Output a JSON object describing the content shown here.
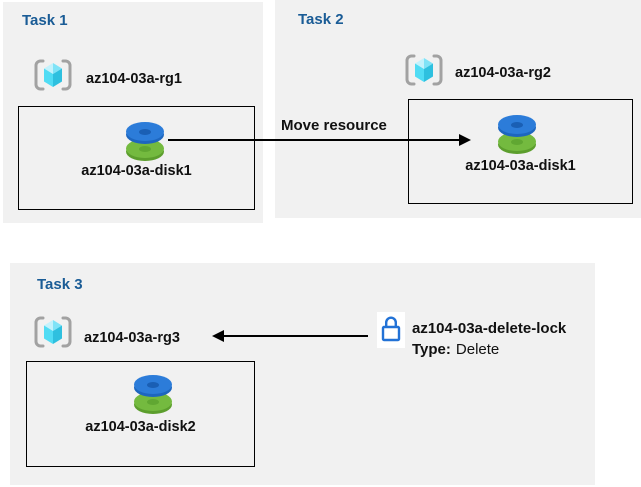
{
  "colors": {
    "panel_bg": "#F1F1F1",
    "title_blue": "#1A5C96",
    "ink": "#111111",
    "line_black": "#000000",
    "lock_blue": "#2272D6",
    "bracket_gray": "#A2A2A2",
    "cube_tl": "#C3F2FC",
    "cube_tr": "#7FE3F7",
    "cube_bl": "#50DCF4",
    "cube_br": "#2EC0DF",
    "disk_blue": "#2C7CD9",
    "disk_blue_rim": "#1D66BF",
    "disk_blue_hole": "#1A5FB4",
    "disk_green": "#74BA3F",
    "disk_green_rim": "#5C9E2D",
    "disk_green_hole": "#60A732"
  },
  "icons": {
    "resource_group": "azure-resource-group-icon",
    "disk": "azure-disk-icon",
    "lock": "delete-lock-icon"
  },
  "tasks": {
    "task1": {
      "title": "Task 1",
      "rg_label": "az104-03a-rg1",
      "disk_label": "az104-03a-disk1"
    },
    "task2": {
      "title": "Task 2",
      "rg_label": "az104-03a-rg2",
      "disk_label": "az104-03a-disk1"
    },
    "task3": {
      "title": "Task 3",
      "rg_label": "az104-03a-rg3",
      "disk_label": "az104-03a-disk2"
    }
  },
  "annotations": {
    "move_label": "Move resource",
    "lock_name": "az104-03a-delete-lock",
    "lock_type_label": "Type:",
    "lock_type_value": "Delete"
  }
}
